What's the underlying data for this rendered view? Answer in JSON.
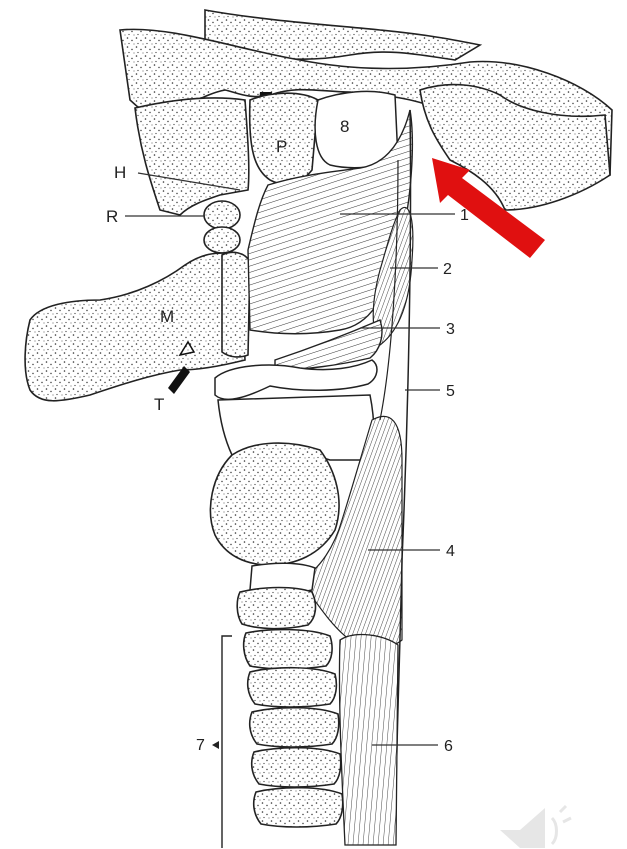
{
  "labels": {
    "H": "H",
    "R": "R",
    "P": "P",
    "M": "M",
    "T": "T",
    "n8": "8",
    "n1": "1",
    "n2": "2",
    "n3": "3",
    "n4": "4",
    "n5": "5",
    "n6": "6",
    "n7": "7"
  },
  "colors": {
    "arrow": "#e01010",
    "ink": "#222222"
  },
  "icons": {
    "pointer": "red-arrow-icon",
    "audio": "speaker-icon"
  }
}
